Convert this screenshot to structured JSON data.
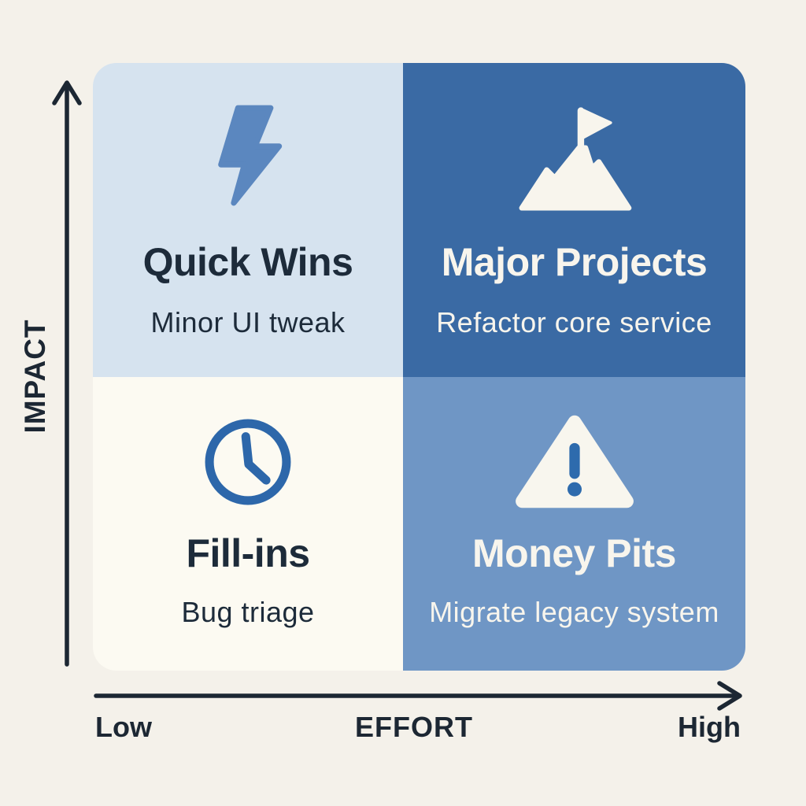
{
  "page": {
    "background_color": "#f4f1ea",
    "type": "impact-effort-priority-matrix"
  },
  "matrix": {
    "quadrants": [
      {
        "position": "top-left",
        "title": "Quick Wins",
        "subtitle": "Minor UI tweak",
        "icon": "lightning-bolt-icon",
        "bg_color": "#d6e3ef",
        "text_color": "#1d2b3a",
        "icon_color": "#5b87bf"
      },
      {
        "position": "top-right",
        "title": "Major Projects",
        "subtitle": "Refactor core service",
        "icon": "mountain-flag-icon",
        "bg_color": "#3a6aa4",
        "text_color": "#f8f5ed",
        "icon_color": "#f8f5ed"
      },
      {
        "position": "bottom-left",
        "title": "Fill-ins",
        "subtitle": "Bug triage",
        "icon": "clock-icon",
        "bg_color": "#fcfaf2",
        "text_color": "#1d2b3a",
        "icon_color": "#2d67aa"
      },
      {
        "position": "bottom-right",
        "title": "Money Pits",
        "subtitle": "Migrate legacy system",
        "icon": "warning-triangle-icon",
        "bg_color": "#6f96c5",
        "text_color": "#f8f5ed",
        "icon_color": "#2e6bad"
      }
    ]
  },
  "axes": {
    "y_axis_label": "IMPACT",
    "x_axis_label": "EFFORT",
    "x_min_label": "Low",
    "x_max_label": "High",
    "axis_color": "#1c2733"
  }
}
